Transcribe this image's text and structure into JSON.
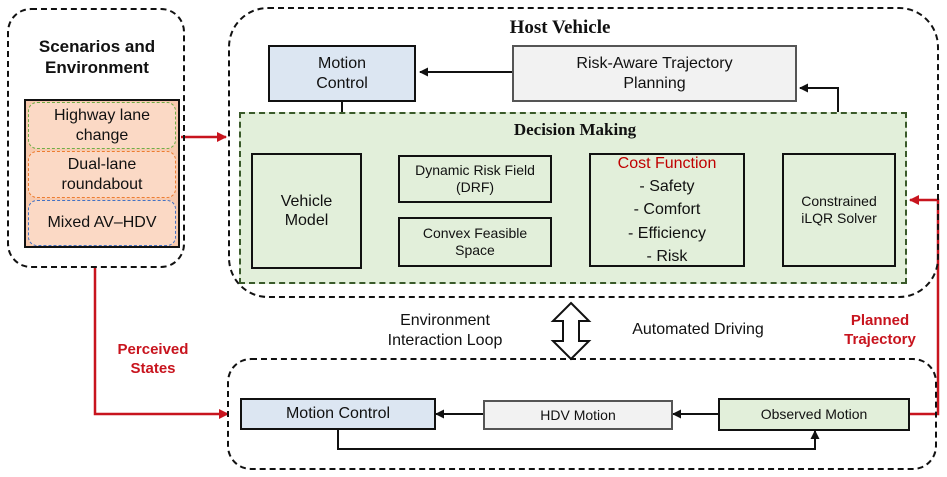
{
  "scenarios": {
    "title": "Scenarios and Environment",
    "items": [
      "Highway lane change",
      "Dual-lane roundabout",
      "Mixed AV–HDV"
    ]
  },
  "host": {
    "title": "Host Vehicle",
    "motion_control": "Motion Control",
    "planning": "Risk-Aware Trajectory Planning"
  },
  "decision": {
    "title": "Decision Making",
    "vehicle_model": "Vehicle Model",
    "drf": "Dynamic Risk Field (DRF)",
    "convex": "Convex Feasible Space",
    "cost_title": "Cost Function",
    "cost_items": [
      "- Safety",
      "- Comfort",
      "- Efficiency",
      "- Risk"
    ],
    "solver": "Constrained iLQR Solver"
  },
  "loop": {
    "environment": "Environment Interaction Loop",
    "automated": "Automated Driving"
  },
  "side_labels": {
    "perceived": "Perceived States",
    "planned": "Planned Trajectory"
  },
  "env": {
    "motion_control": "Motion Control",
    "hdv_motion": "HDV Motion",
    "observed": "Observed Motion"
  },
  "colors": {
    "blue_fill": "#dce6f2",
    "gray_fill": "#f2f2f2",
    "green_fill": "#e2efda",
    "peach_fill": "#fbd9c5",
    "red_arrow": "#c8141e",
    "green_dash": "#70ad47",
    "orange_dash": "#ed7d31",
    "blue_dash": "#4472c4"
  }
}
